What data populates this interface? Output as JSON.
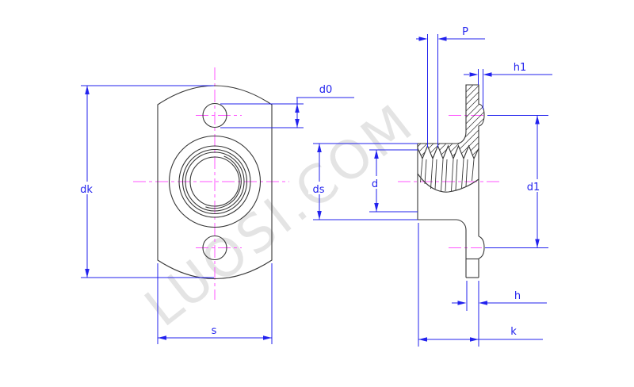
{
  "watermark": {
    "text": "LUOSI.COM"
  },
  "colors": {
    "background": "#ffffff",
    "outline": "#373737",
    "dimension": "#2222ee",
    "centerline": "#ff55ff",
    "watermark": "#e4e4e4"
  },
  "views": {
    "front": {
      "dimension_labels": [
        "dk",
        "d0",
        "s"
      ]
    },
    "side": {
      "dimension_labels": [
        "P",
        "h1",
        "d",
        "ds",
        "d1",
        "h",
        "k"
      ]
    }
  },
  "dimensions": {
    "dk": {
      "label": "dk"
    },
    "d0": {
      "label": "d0"
    },
    "s": {
      "label": "s"
    },
    "ds": {
      "label": "ds"
    },
    "d": {
      "label": "d"
    },
    "p": {
      "label": "P"
    },
    "h1": {
      "label": "h1"
    },
    "d1": {
      "label": "d1"
    },
    "h": {
      "label": "h"
    },
    "k": {
      "label": "k"
    }
  }
}
